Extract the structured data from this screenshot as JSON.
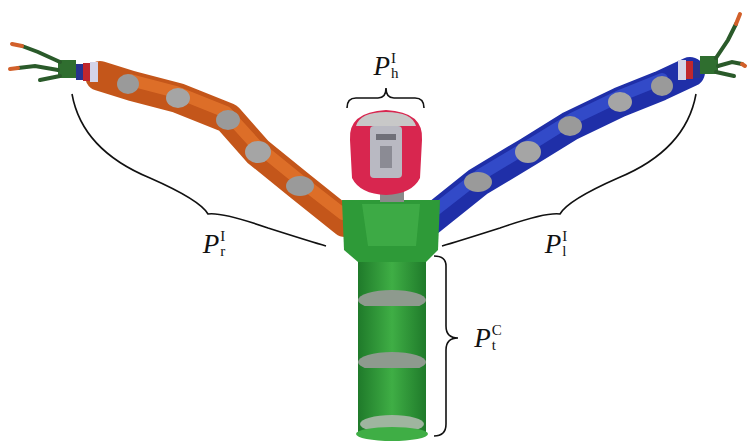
{
  "diagram": {
    "labels": [
      "P",
      "I",
      "h",
      "P",
      "I",
      "r",
      "P",
      "I",
      "l",
      "P",
      "C",
      "t"
    ]
  }
}
